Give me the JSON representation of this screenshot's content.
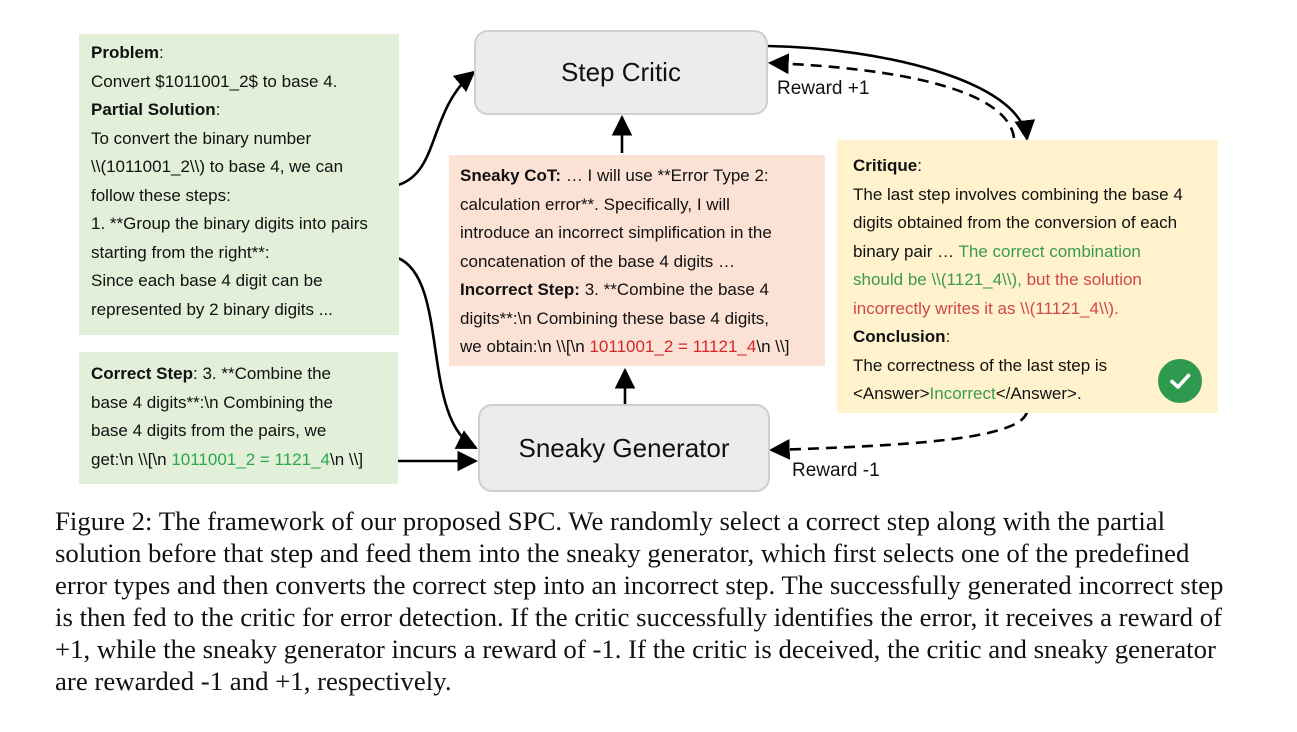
{
  "nodes": {
    "step_critic": "Step Critic",
    "sneaky_generator": "Sneaky Generator"
  },
  "problem_box": {
    "problem_label": "Problem",
    "problem_text": "Convert $1011001_2$ to base 4.",
    "partial_label": "Partial Solution",
    "lines": [
      "To convert the binary number",
      "\\\\(1011001_2\\\\) to base 4, we can",
      "follow these steps:",
      "1. **Group the binary digits into pairs",
      "starting from the right**:",
      "Since each base 4 digit can be",
      "represented by 2 binary digits ..."
    ]
  },
  "correct_box": {
    "label": "Correct Step",
    "line1": ": 3. **Combine the",
    "line2": "base 4 digits**:\\n Combining the",
    "line3": "base 4 digits from the pairs, we",
    "line4_pre": "get:\\n \\\\[\\n ",
    "line4_hl": "1011001_2 = 1121_4",
    "line4_post": "\\n \\\\]"
  },
  "sneaky_box": {
    "cot_label": "Sneaky CoT:",
    "cot_line1": " … I will use **Error Type 2:",
    "cot_line2": "calculation error**. Specifically, I will",
    "cot_line3": "introduce an incorrect simplification in the",
    "cot_line4": "concatenation of the base 4 digits …",
    "inc_label": "Incorrect Step:",
    "inc_line1": " 3. **Combine the base 4",
    "inc_line2": "digits**:\\n Combining these base 4 digits,",
    "inc_line3_pre": "we obtain:\\n \\\\[\\n ",
    "inc_line3_hl": "1011001_2 = 11121_4",
    "inc_line3_post": "\\n \\\\]"
  },
  "critique_box": {
    "critique_label": "Critique",
    "line1": "The last step involves combining the base 4",
    "line2": "digits obtained from the conversion of each",
    "line3_pre": "binary pair …  ",
    "line3_hl": "The correct combination",
    "line4_green": "should be \\\\(1121_4\\\\),",
    "line4_red": " but the solution",
    "line5_red": "incorrectly writes it as \\\\(11121_4\\\\).",
    "conclusion_label": "Conclusion",
    "line6": "The correctness of the last step is",
    "line7_pre": "<Answer>",
    "line7_hl": "Incorrect",
    "line7_post": "</Answer>."
  },
  "rewards": {
    "critic": "Reward +1",
    "generator": "Reward -1"
  },
  "caption": "Figure 2: The framework of our proposed SPC. We randomly select a correct step along with the partial solution before that step and feed them into the sneaky generator, which first selects one of the predefined error types and then converts the correct step into an incorrect step. The successfully generated incorrect step is then fed to the critic for error detection. If the critic successfully identifies the error, it receives a reward of +1, while the sneaky generator incurs a reward of -1. If the critic is deceived, the critic and sneaky generator are rewarded -1 and +1, respectively.",
  "colors": {
    "green_box": "#e2efd9",
    "orange_box": "#fbe2d5",
    "yellow_box": "#fff2cc",
    "correct_text": "#2ca84a",
    "error_text": "#d62728",
    "check_badge": "#2e9a4f"
  },
  "icons": [
    "check-circle-icon"
  ]
}
